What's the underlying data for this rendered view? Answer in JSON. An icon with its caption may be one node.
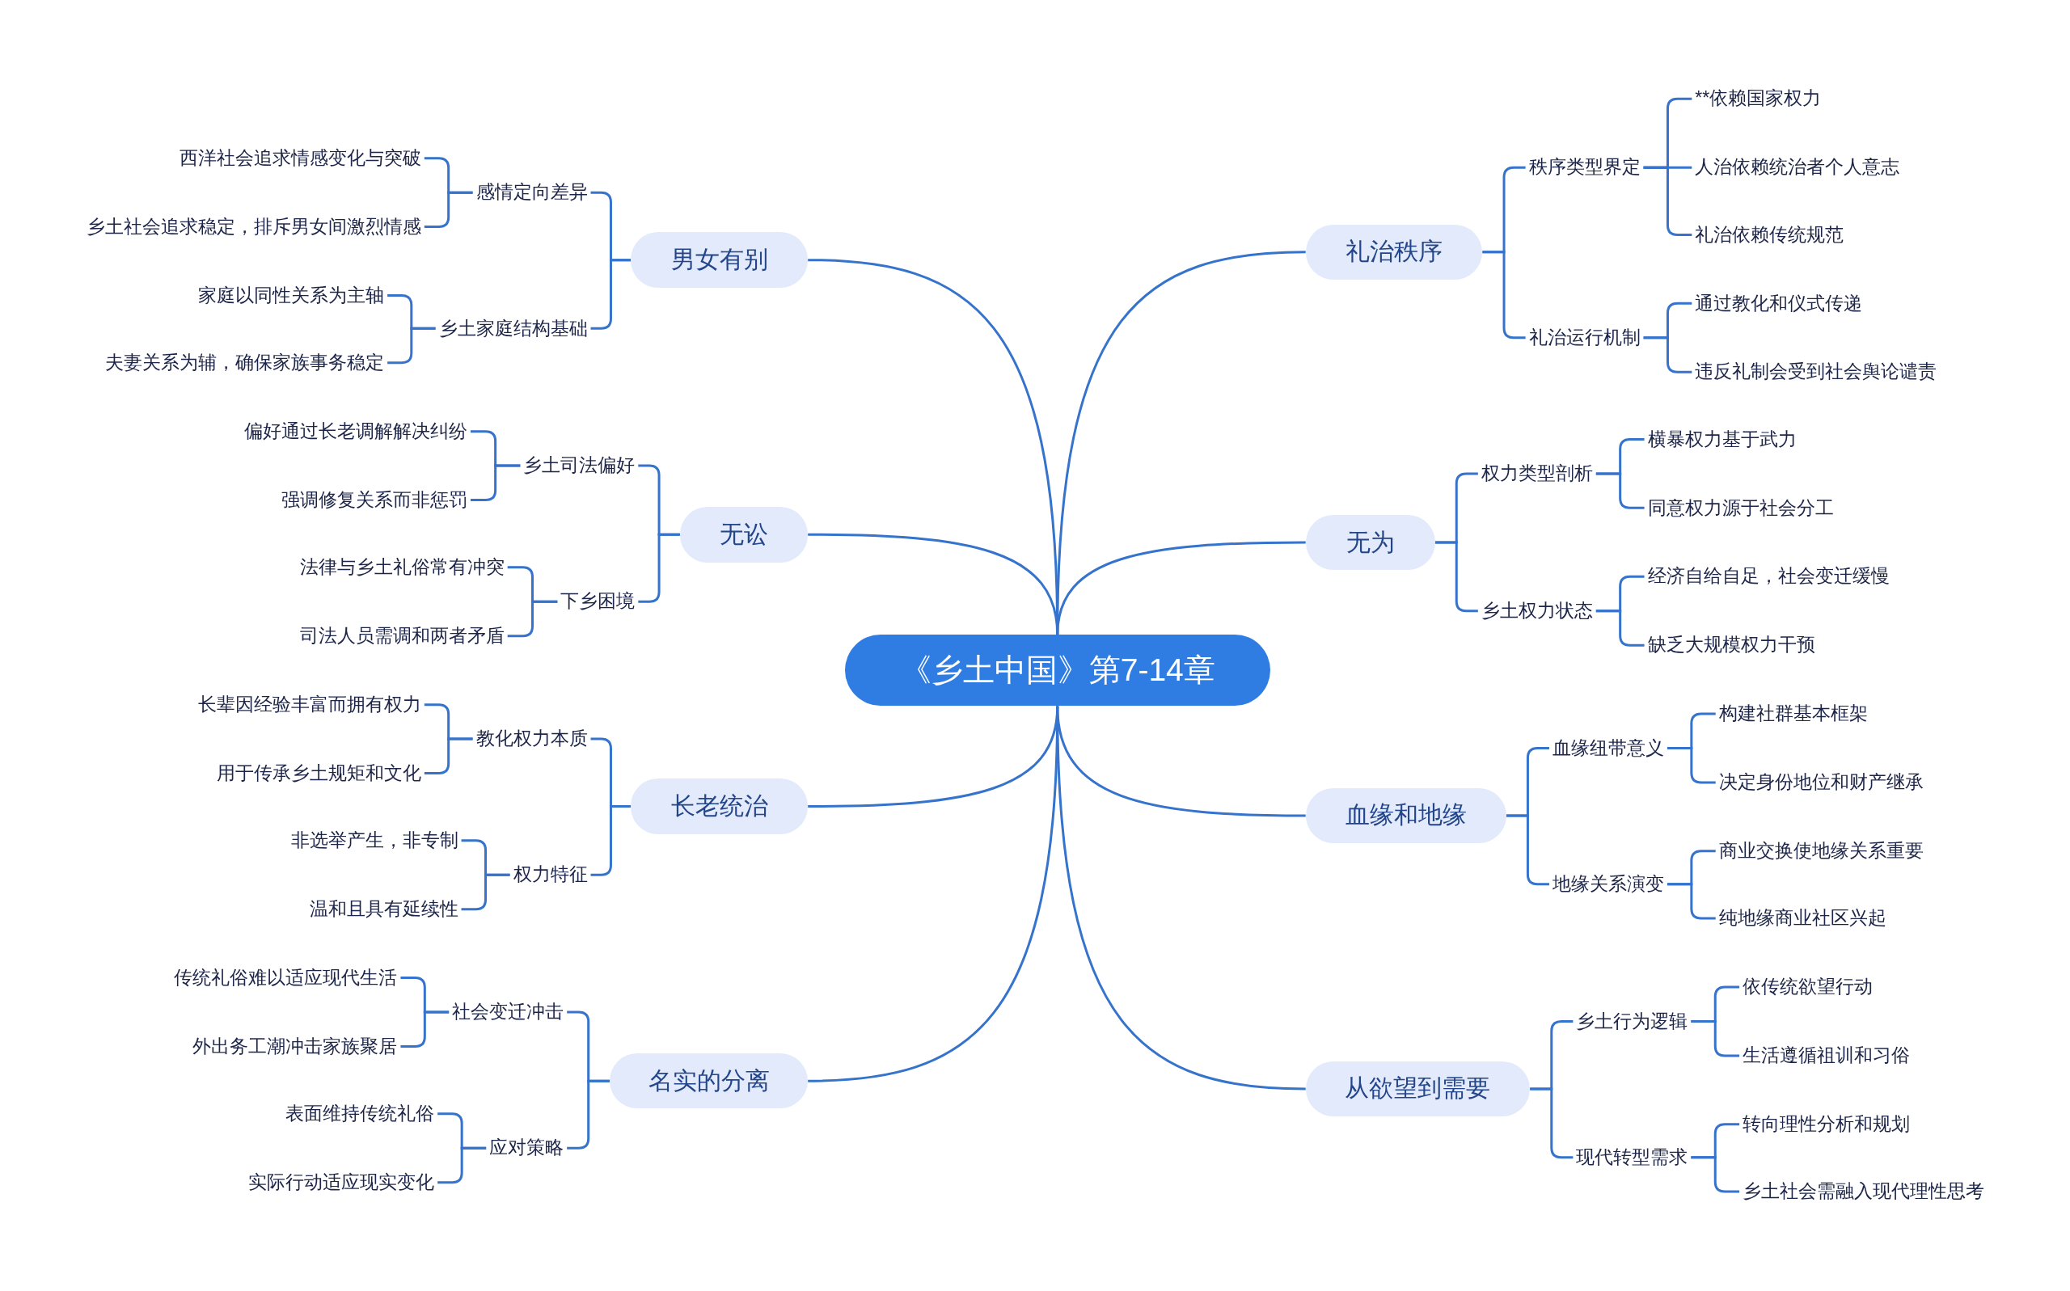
{
  "diagram": {
    "nodes": [
      {
        "text": [
          "《乡土中国》第7-14章"
        ]
      },
      {
        "text": [
          "男女有别"
        ]
      },
      {
        "text": [
          "感情定向差异"
        ]
      },
      {
        "text": [
          "西洋社会追求情感变化与突破"
        ]
      },
      {
        "text": [
          "乡土社会追求稳定，排斥男女间激烈情感"
        ]
      },
      {
        "text": [
          "乡土家庭结构基础"
        ]
      },
      {
        "text": [
          "家庭以同性关系为主轴"
        ]
      },
      {
        "text": [
          "夫妻关系为辅，确保家族事务稳定"
        ]
      },
      {
        "text": [
          "无讼"
        ]
      },
      {
        "text": [
          "乡土司法偏好"
        ]
      },
      {
        "text": [
          "偏好通过长老调解解决纠纷"
        ]
      },
      {
        "text": [
          "强调修复关系而非惩罚"
        ]
      },
      {
        "text": [
          "下乡困境"
        ]
      },
      {
        "text": [
          "法律与乡土礼俗常有冲突"
        ]
      },
      {
        "text": [
          "司法人员需调和两者矛盾"
        ]
      },
      {
        "text": [
          "长老统治"
        ]
      },
      {
        "text": [
          "教化权力本质"
        ]
      },
      {
        "text": [
          "长辈因经验丰富而拥有权力"
        ]
      },
      {
        "text": [
          "用于传承乡土规矩和文化"
        ]
      },
      {
        "text": [
          "权力特征"
        ]
      },
      {
        "text": [
          "非选举产生，非专制"
        ]
      },
      {
        "text": [
          "温和且具有延续性"
        ]
      },
      {
        "text": [
          "名实的分离"
        ]
      },
      {
        "text": [
          "社会变迁冲击"
        ]
      },
      {
        "text": [
          "传统礼俗难以适应现代生活"
        ]
      },
      {
        "text": [
          "外出务工潮冲击家族聚居"
        ]
      },
      {
        "text": [
          "应对策略"
        ]
      },
      {
        "text": [
          "表面维持传统礼俗"
        ]
      },
      {
        "text": [
          "实际行动适应现实变化"
        ]
      },
      {
        "text": [
          "礼治秩序"
        ]
      },
      {
        "text": [
          "秩序类型界定"
        ]
      },
      {
        "text": [
          "**依赖国家权力"
        ]
      },
      {
        "text": [
          "人治依赖统治者个人意志"
        ]
      },
      {
        "text": [
          "礼治依赖传统规范"
        ]
      },
      {
        "text": [
          "礼治运行机制"
        ]
      },
      {
        "text": [
          "通过教化和仪式传递"
        ]
      },
      {
        "text": [
          "违反礼制会受到社会舆论谴责"
        ]
      },
      {
        "text": [
          "无为"
        ]
      },
      {
        "text": [
          "权力类型剖析"
        ]
      },
      {
        "text": [
          "横暴权力基于武力"
        ]
      },
      {
        "text": [
          "同意权力源于社会分工"
        ]
      },
      {
        "text": [
          "乡土权力状态"
        ]
      },
      {
        "text": [
          "经济自给自足，社会变迁缓慢"
        ]
      },
      {
        "text": [
          "缺乏大规模权力干预"
        ]
      },
      {
        "text": [
          "血缘和地缘"
        ]
      },
      {
        "text": [
          "血缘纽带意义"
        ]
      },
      {
        "text": [
          "构建社群基本框架"
        ]
      },
      {
        "text": [
          "决定身份地位和财产继承"
        ]
      },
      {
        "text": [
          "地缘关系演变"
        ]
      },
      {
        "text": [
          "商业交换使地缘关系重要"
        ]
      },
      {
        "text": [
          "纯地缘商业社区兴起"
        ]
      },
      {
        "text": [
          "从欲望到需要"
        ]
      },
      {
        "text": [
          "乡土行为逻辑"
        ]
      },
      {
        "text": [
          "依传统欲望行动"
        ]
      },
      {
        "text": [
          "生活遵循祖训和习俗"
        ]
      },
      {
        "text": [
          "现代转型需求"
        ]
      },
      {
        "text": [
          "转向理性分析和规划"
        ]
      },
      {
        "text": [
          "乡土社会需融入现代理性思考"
        ]
      }
    ],
    "edges": [
      {
        "from": 0,
        "to": 1,
        "arrow": "none"
      },
      {
        "from": 1,
        "to": 2,
        "arrow": "none"
      },
      {
        "from": 2,
        "to": 3,
        "arrow": "none"
      },
      {
        "from": 2,
        "to": 4,
        "arrow": "none"
      },
      {
        "from": 1,
        "to": 5,
        "arrow": "none"
      },
      {
        "from": 5,
        "to": 6,
        "arrow": "none"
      },
      {
        "from": 5,
        "to": 7,
        "arrow": "none"
      },
      {
        "from": 0,
        "to": 8,
        "arrow": "none"
      },
      {
        "from": 8,
        "to": 9,
        "arrow": "none"
      },
      {
        "from": 9,
        "to": 10,
        "arrow": "none"
      },
      {
        "from": 9,
        "to": 11,
        "arrow": "none"
      },
      {
        "from": 8,
        "to": 12,
        "arrow": "none"
      },
      {
        "from": 12,
        "to": 13,
        "arrow": "none"
      },
      {
        "from": 12,
        "to": 14,
        "arrow": "none"
      },
      {
        "from": 0,
        "to": 15,
        "arrow": "none"
      },
      {
        "from": 15,
        "to": 16,
        "arrow": "none"
      },
      {
        "from": 16,
        "to": 17,
        "arrow": "none"
      },
      {
        "from": 16,
        "to": 18,
        "arrow": "none"
      },
      {
        "from": 15,
        "to": 19,
        "arrow": "none"
      },
      {
        "from": 19,
        "to": 20,
        "arrow": "none"
      },
      {
        "from": 19,
        "to": 21,
        "arrow": "none"
      },
      {
        "from": 0,
        "to": 22,
        "arrow": "none"
      },
      {
        "from": 22,
        "to": 23,
        "arrow": "none"
      },
      {
        "from": 23,
        "to": 24,
        "arrow": "none"
      },
      {
        "from": 23,
        "to": 25,
        "arrow": "none"
      },
      {
        "from": 22,
        "to": 26,
        "arrow": "none"
      },
      {
        "from": 26,
        "to": 27,
        "arrow": "none"
      },
      {
        "from": 26,
        "to": 28,
        "arrow": "none"
      },
      {
        "from": 0,
        "to": 29,
        "arrow": "none"
      },
      {
        "from": 29,
        "to": 30,
        "arrow": "none"
      },
      {
        "from": 30,
        "to": 31,
        "arrow": "none"
      },
      {
        "from": 30,
        "to": 32,
        "arrow": "none"
      },
      {
        "from": 30,
        "to": 33,
        "arrow": "none"
      },
      {
        "from": 29,
        "to": 34,
        "arrow": "none"
      },
      {
        "from": 34,
        "to": 35,
        "arrow": "none"
      },
      {
        "from": 34,
        "to": 36,
        "arrow": "none"
      },
      {
        "from": 0,
        "to": 37,
        "arrow": "none"
      },
      {
        "from": 37,
        "to": 38,
        "arrow": "none"
      },
      {
        "from": 38,
        "to": 39,
        "arrow": "none"
      },
      {
        "from": 38,
        "to": 40,
        "arrow": "none"
      },
      {
        "from": 37,
        "to": 41,
        "arrow": "none"
      },
      {
        "from": 41,
        "to": 42,
        "arrow": "none"
      },
      {
        "from": 41,
        "to": 43,
        "arrow": "none"
      },
      {
        "from": 0,
        "to": 44,
        "arrow": "none"
      },
      {
        "from": 44,
        "to": 45,
        "arrow": "none"
      },
      {
        "from": 45,
        "to": 46,
        "arrow": "none"
      },
      {
        "from": 45,
        "to": 47,
        "arrow": "none"
      },
      {
        "from": 44,
        "to": 48,
        "arrow": "none"
      },
      {
        "from": 48,
        "to": 49,
        "arrow": "none"
      },
      {
        "from": 48,
        "to": 50,
        "arrow": "none"
      },
      {
        "from": 0,
        "to": 51,
        "arrow": "none"
      },
      {
        "from": 51,
        "to": 52,
        "arrow": "none"
      },
      {
        "from": 52,
        "to": 53,
        "arrow": "none"
      },
      {
        "from": 52,
        "to": 54,
        "arrow": "none"
      },
      {
        "from": 51,
        "to": 55,
        "arrow": "none"
      },
      {
        "from": 55,
        "to": 56,
        "arrow": "none"
      },
      {
        "from": 55,
        "to": 57,
        "arrow": "none"
      }
    ]
  }
}
